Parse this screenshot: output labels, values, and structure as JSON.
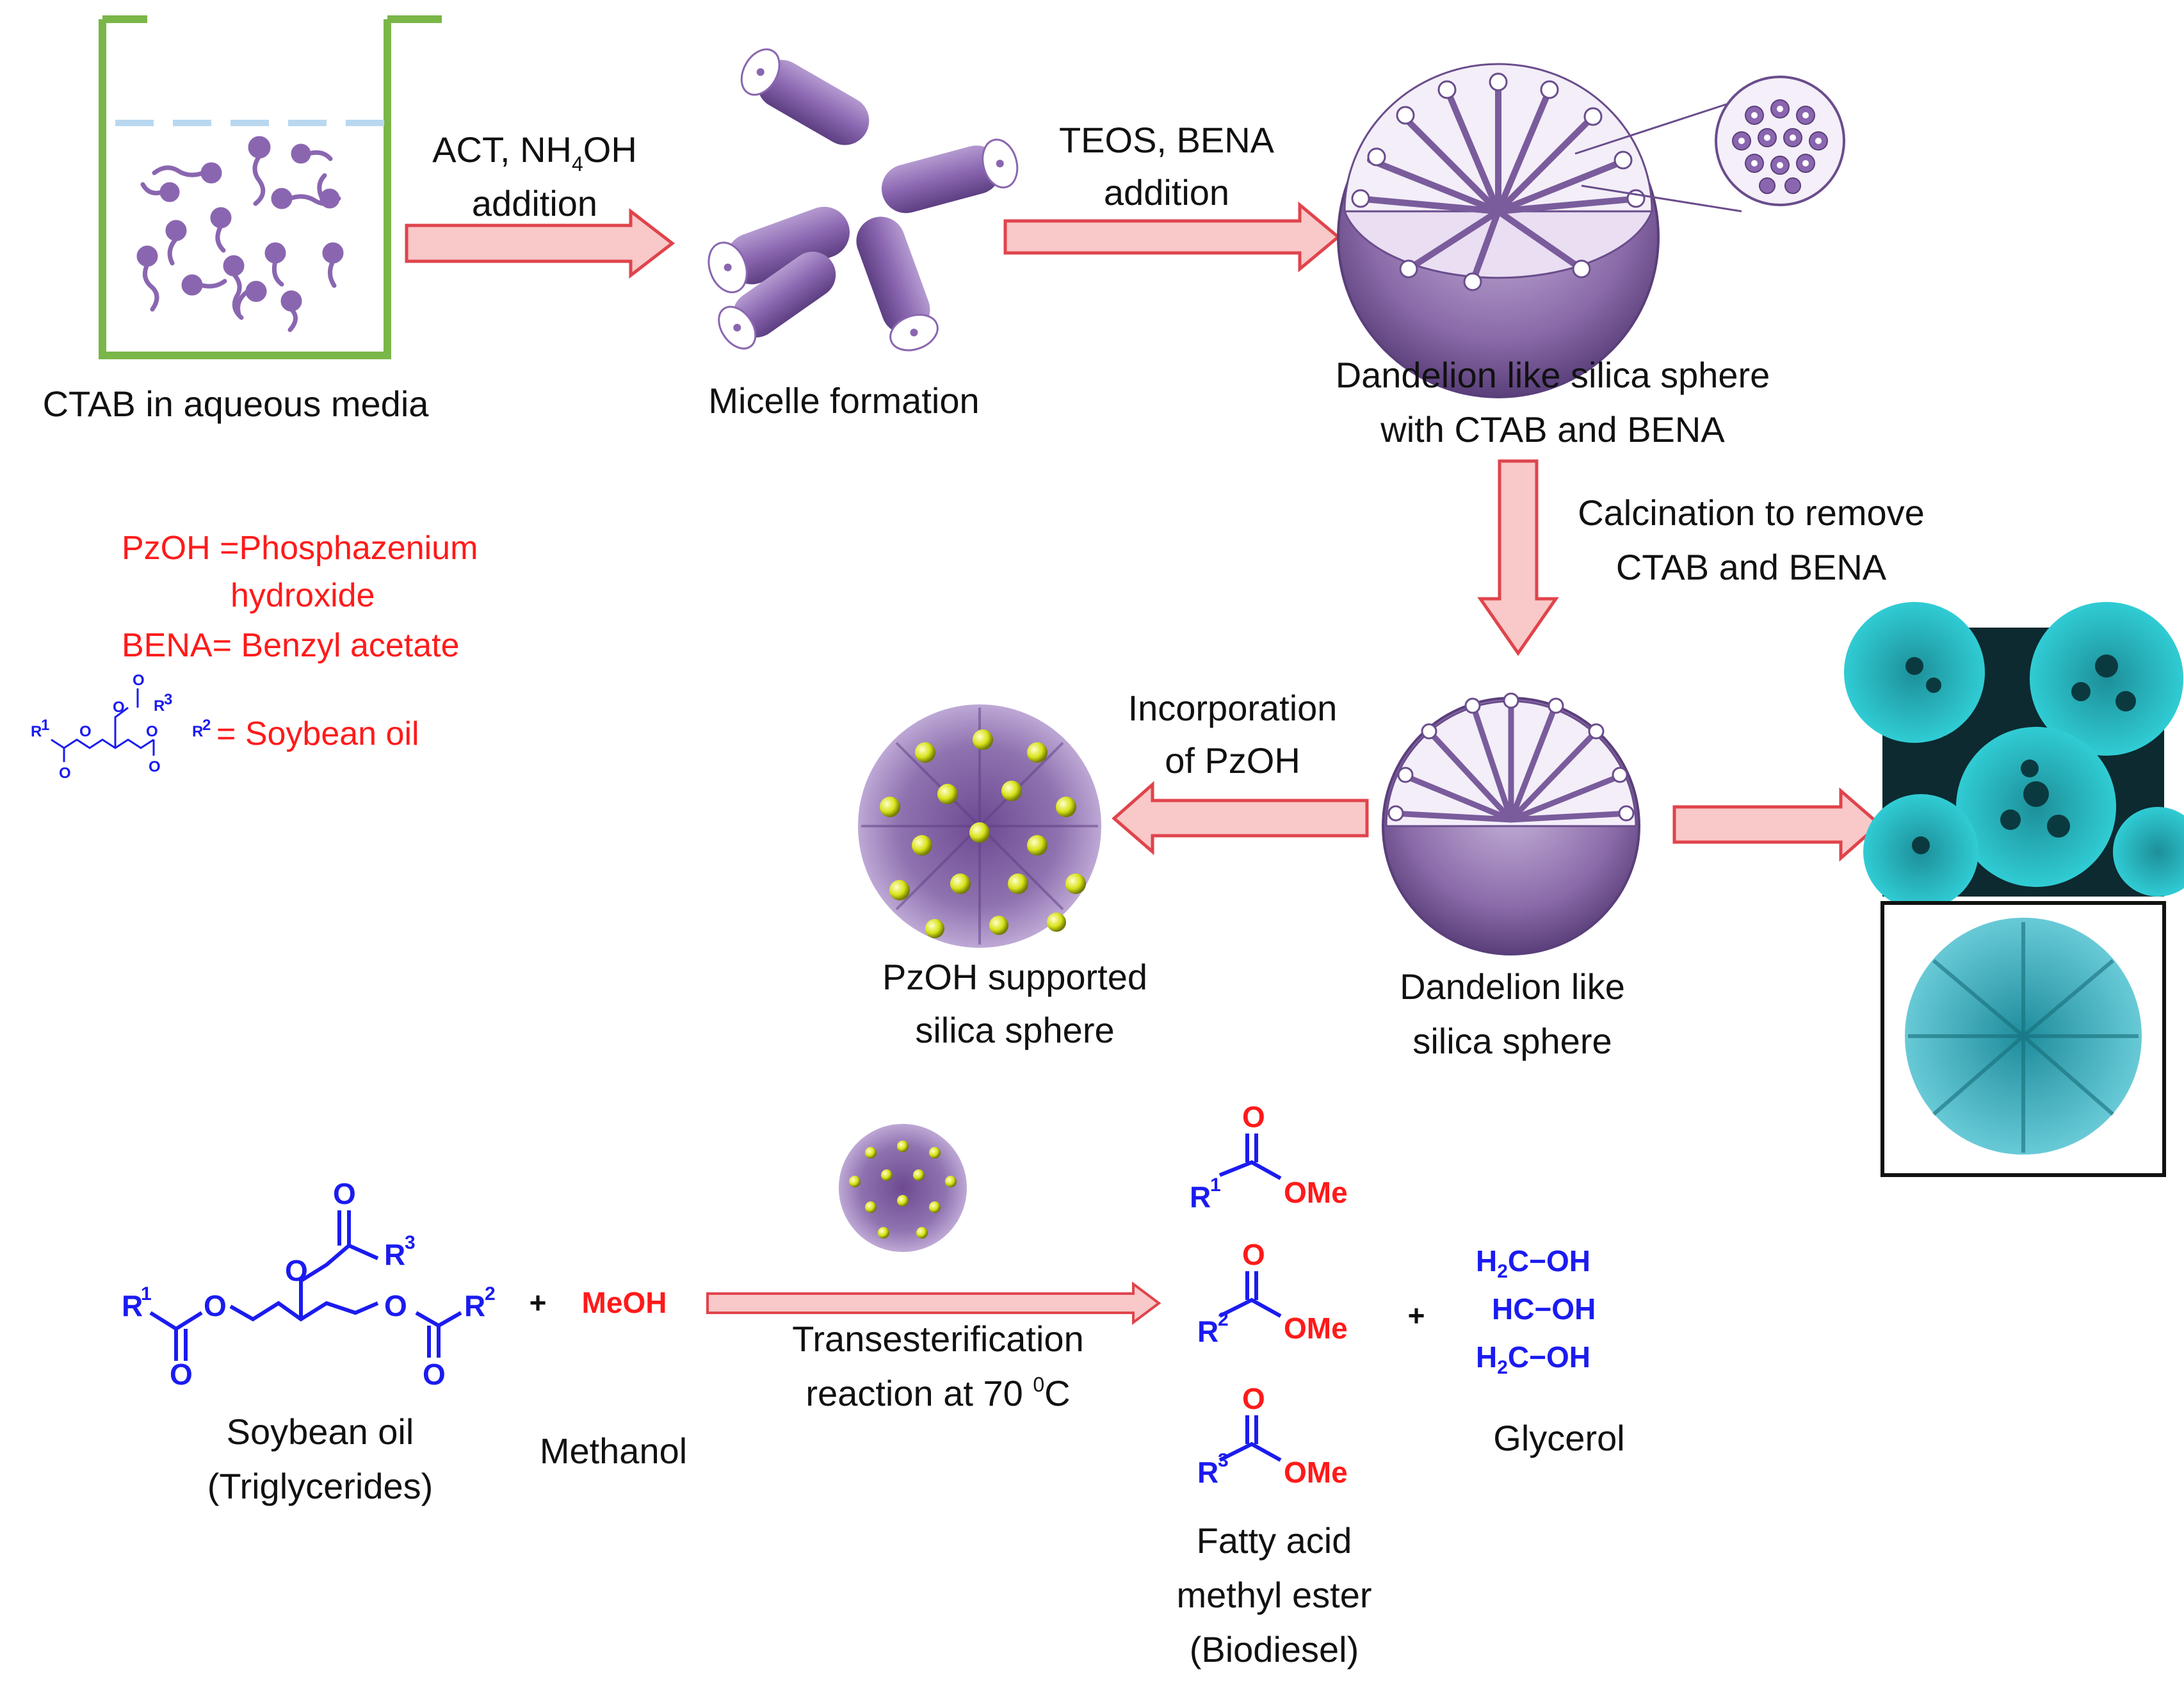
{
  "colors": {
    "beaker": "#7ab648",
    "surfactant": "#8a66b0",
    "silica": "#8a6aa8",
    "arrow_fill": "#f9c8c8",
    "arrow_stroke": "#e0444c",
    "chem_blue": "#1b1bf0",
    "chem_red": "#ff1a1a",
    "micrograph": "#2ec8d0",
    "legend_red": "#ff1a1a"
  },
  "steps": {
    "beaker_caption": "CTAB in aqueous media",
    "arrow1_line1": "ACT, NH",
    "arrow1_sub": "4",
    "arrow1_tail": "OH",
    "arrow1_line2": "addition",
    "micelle_caption": "Micelle formation",
    "arrow2_line1": "TEOS, BENA",
    "arrow2_line2": "addition",
    "sphere1_caption_line1": "Dandelion like silica sphere",
    "sphere1_caption_line2": "with CTAB and BENA",
    "calc_line1": "Calcination to remove",
    "calc_line2": "CTAB and BENA",
    "incorp_line1": "Incorporation",
    "incorp_line2": "of PzOH",
    "pzoh_caption_line1": "PzOH supported",
    "pzoh_caption_line2": "silica sphere",
    "sphere2_caption_line1": "Dandelion like",
    "sphere2_caption_line2": "silica sphere"
  },
  "legend": {
    "line1": "PzOH =Phosphazenium",
    "line2": "hydroxide",
    "line3": "BENA= Benzyl acetate",
    "line4": "= Soybean oil"
  },
  "reaction": {
    "soybean_line1": "Soybean oil",
    "soybean_line2": "(Triglycerides)",
    "plus1": "+",
    "meoh": "MeOH",
    "methanol": "Methanol",
    "conditions_line1": "Transesterification",
    "conditions_line2": "reaction at 70 ",
    "conditions_sup": "0",
    "conditions_unit": "C",
    "plus2": "+",
    "fame_line1": "Fatty acid",
    "fame_line2": "methyl ester",
    "fame_line3": "(Biodiesel)",
    "glycerol": "Glycerol"
  },
  "chem_labels": {
    "O": "O",
    "R": "R",
    "r1": "1",
    "r2": "2",
    "r3": "3",
    "ome": "OMe",
    "glyc_row1": "H",
    "glyc_row1_sub": "2",
    "glyc_row1_tail": "C−OH",
    "glyc_row2": "HC−OH",
    "glyc_row3": "H",
    "glyc_row3_sub": "2",
    "glyc_row3_tail": "C−OH"
  }
}
